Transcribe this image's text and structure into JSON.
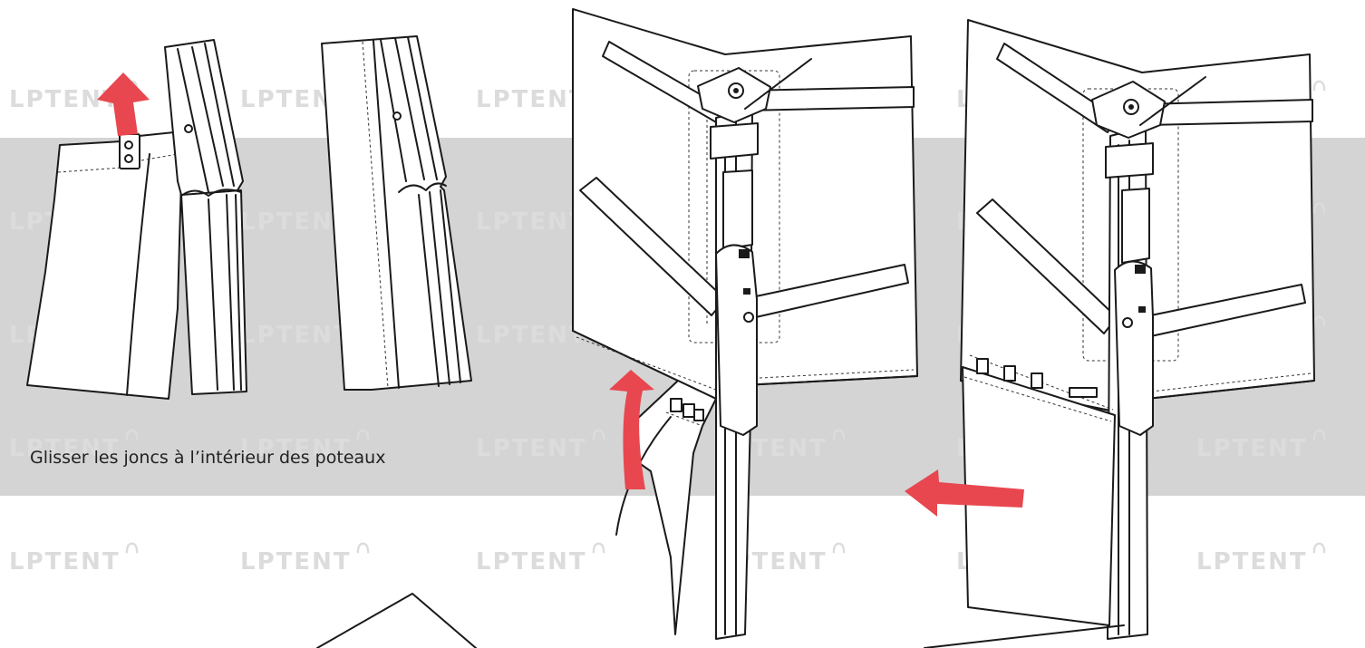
{
  "caption": "Glisser les joncs à l’intérieur des poteaux",
  "watermark": {
    "text": "LPTENT",
    "color": "#dcdcdc"
  },
  "colors": {
    "band": "#d4d4d4",
    "arrow": "#e8474f",
    "outline": "#1a1a1a",
    "fill": "#ffffff"
  },
  "steps": [
    {
      "id": "step-1",
      "arrow": "arrow-up",
      "icon": "tab-slide-icon"
    },
    {
      "id": "step-2",
      "icon": "pole-rail-icon"
    },
    {
      "id": "step-3",
      "arrow": "arrow-curved-up",
      "icon": "tent-corner-insert-icon"
    },
    {
      "id": "step-4",
      "arrow": "arrow-left",
      "icon": "tent-corner-assembled-icon"
    }
  ]
}
